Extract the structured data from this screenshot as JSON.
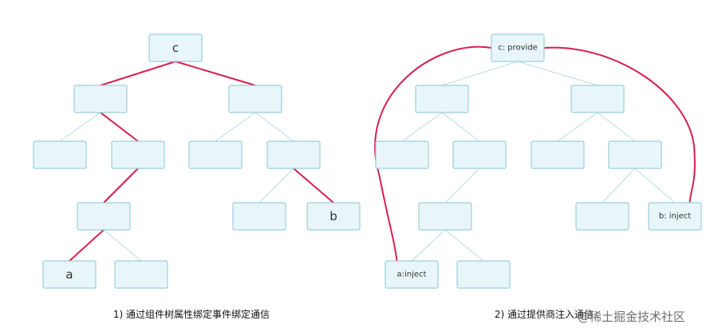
{
  "diagrams": [
    {
      "caption": "1) 通过组件树属性绑定事件绑定通信",
      "nodes": [
        {
          "id": "c",
          "label": "c"
        },
        {
          "id": "l1a",
          "label": ""
        },
        {
          "id": "l1b",
          "label": ""
        },
        {
          "id": "l2a",
          "label": ""
        },
        {
          "id": "l2b",
          "label": ""
        },
        {
          "id": "l2c",
          "label": ""
        },
        {
          "id": "l2d",
          "label": ""
        },
        {
          "id": "l3a",
          "label": ""
        },
        {
          "id": "l3b",
          "label": ""
        },
        {
          "id": "b",
          "label": "b"
        },
        {
          "id": "a",
          "label": "a"
        },
        {
          "id": "l4b",
          "label": ""
        }
      ],
      "edges": [
        {
          "from": "c",
          "to": "l1a",
          "highlight": true
        },
        {
          "from": "c",
          "to": "l1b",
          "highlight": true
        },
        {
          "from": "l1a",
          "to": "l2a",
          "highlight": false
        },
        {
          "from": "l1a",
          "to": "l2b",
          "highlight": true
        },
        {
          "from": "l1b",
          "to": "l2c",
          "highlight": false
        },
        {
          "from": "l1b",
          "to": "l2d",
          "highlight": false
        },
        {
          "from": "l2b",
          "to": "l3a",
          "highlight": true
        },
        {
          "from": "l2d",
          "to": "l3b",
          "highlight": false
        },
        {
          "from": "l2d",
          "to": "b",
          "highlight": true
        },
        {
          "from": "l3a",
          "to": "a",
          "highlight": true
        },
        {
          "from": "l3a",
          "to": "l4b",
          "highlight": false
        }
      ]
    },
    {
      "caption": "2) 通过提供商注入通信",
      "nodes": [
        {
          "id": "p",
          "label": "c: provide"
        },
        {
          "id": "m1a",
          "label": ""
        },
        {
          "id": "m1b",
          "label": ""
        },
        {
          "id": "m2a",
          "label": ""
        },
        {
          "id": "m2b",
          "label": ""
        },
        {
          "id": "m2c",
          "label": ""
        },
        {
          "id": "m2d",
          "label": ""
        },
        {
          "id": "m3a",
          "label": ""
        },
        {
          "id": "m3b",
          "label": ""
        },
        {
          "id": "bi",
          "label": "b: inject"
        },
        {
          "id": "ai",
          "label": "a:inject"
        },
        {
          "id": "m4b",
          "label": ""
        }
      ],
      "edges": [
        {
          "from": "p",
          "to": "m1a",
          "highlight": false
        },
        {
          "from": "p",
          "to": "m1b",
          "highlight": false
        },
        {
          "from": "m1a",
          "to": "m2a",
          "highlight": false
        },
        {
          "from": "m1a",
          "to": "m2b",
          "highlight": false
        },
        {
          "from": "m1b",
          "to": "m2c",
          "highlight": false
        },
        {
          "from": "m1b",
          "to": "m2d",
          "highlight": false
        },
        {
          "from": "m2b",
          "to": "m3a",
          "highlight": false
        },
        {
          "from": "m2d",
          "to": "m3b",
          "highlight": false
        },
        {
          "from": "m2d",
          "to": "bi",
          "highlight": false
        },
        {
          "from": "m3a",
          "to": "ai",
          "highlight": false
        },
        {
          "from": "m3a",
          "to": "m4b",
          "highlight": false
        }
      ],
      "arcs": [
        {
          "from": "p",
          "to": "ai"
        },
        {
          "from": "p",
          "to": "bi"
        }
      ]
    }
  ],
  "watermark": "@稀土掘金技术社区",
  "colors": {
    "node_fill": "#e9f6f9",
    "node_border": "#9ccfd9",
    "edge": "#b8dde4",
    "highlight": "#d81f4f"
  }
}
